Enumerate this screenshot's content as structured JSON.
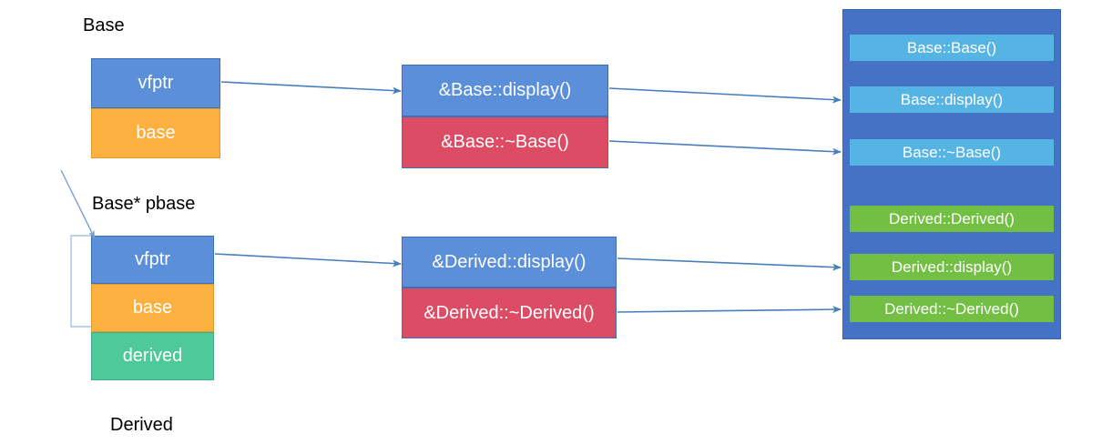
{
  "diagram": {
    "title_labels": {
      "base_object": "Base",
      "base_pointer": "Base* pbase",
      "derived_object": "Derived"
    },
    "colors": {
      "vfptr_blue": "#5b8fd9",
      "base_orange": "#fbb040",
      "derived_green": "#4ec99a",
      "vtable_blue": "#5b8fd9",
      "vtable_red": "#dd4c65",
      "panel_blue": "#4472c4",
      "code_cyan": "#56b4e4",
      "code_green": "#72bf44",
      "arrow_blue": "#4a7ebb",
      "text_white": "#ffffff",
      "text_black": "#000000"
    },
    "base_object": {
      "cells": [
        {
          "label": "vfptr",
          "kind": "vfptr"
        },
        {
          "label": "base",
          "kind": "base"
        }
      ]
    },
    "derived_object": {
      "cells": [
        {
          "label": "vfptr",
          "kind": "vfptr"
        },
        {
          "label": "base",
          "kind": "base"
        },
        {
          "label": "derived",
          "kind": "derived"
        }
      ]
    },
    "base_vtable": {
      "entries": [
        {
          "label": "&Base::display()",
          "kind": "blue"
        },
        {
          "label": "&Base::~Base()",
          "kind": "red"
        }
      ]
    },
    "derived_vtable": {
      "entries": [
        {
          "label": "&Derived::display()",
          "kind": "blue"
        },
        {
          "label": "&Derived::~Derived()",
          "kind": "red"
        }
      ]
    },
    "code_panel": {
      "entries": [
        {
          "label": "Base::Base()",
          "kind": "cyan"
        },
        {
          "label": "Base::display()",
          "kind": "cyan"
        },
        {
          "label": "Base::~Base()",
          "kind": "cyan"
        },
        {
          "label": "Derived::Derived()",
          "kind": "green"
        },
        {
          "label": "Derived::display()",
          "kind": "green"
        },
        {
          "label": "Derived::~Derived()",
          "kind": "green"
        }
      ]
    }
  }
}
